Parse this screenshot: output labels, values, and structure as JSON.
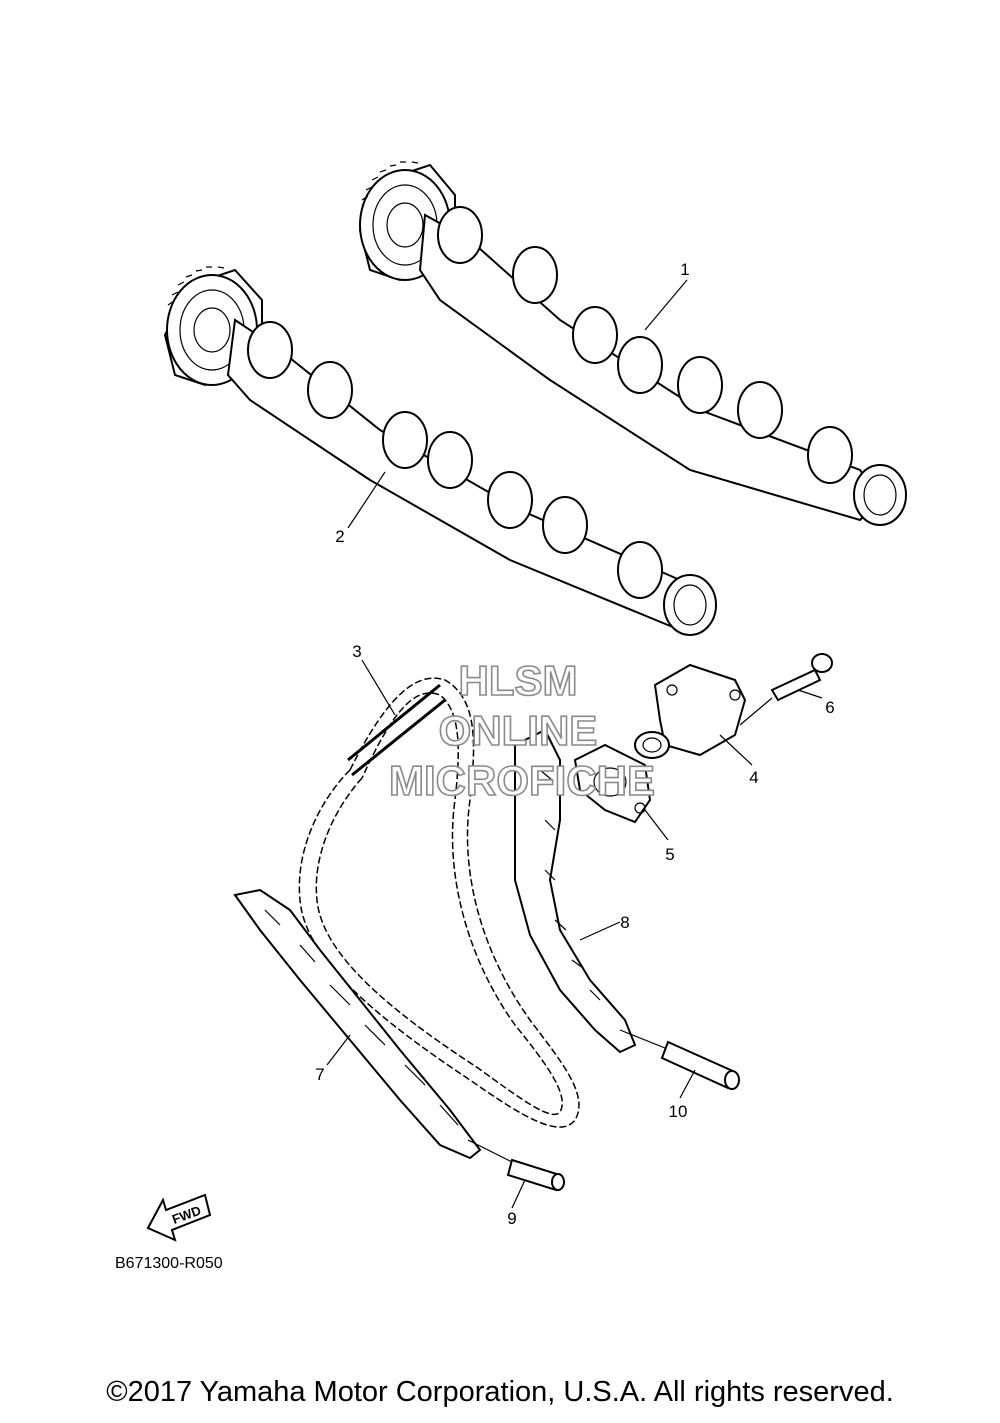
{
  "callouts": [
    "1",
    "2",
    "3",
    "4",
    "5",
    "6",
    "7",
    "8",
    "9",
    "10"
  ],
  "diagram_code": "B671300-R050",
  "fwd_label": "FWD",
  "watermark": {
    "line1": "HLSM",
    "line2": "ONLINE",
    "line3": "MICROFICHE"
  },
  "copyright": "©2017 Yamaha Motor Corporation, U.S.A. All rights reserved."
}
